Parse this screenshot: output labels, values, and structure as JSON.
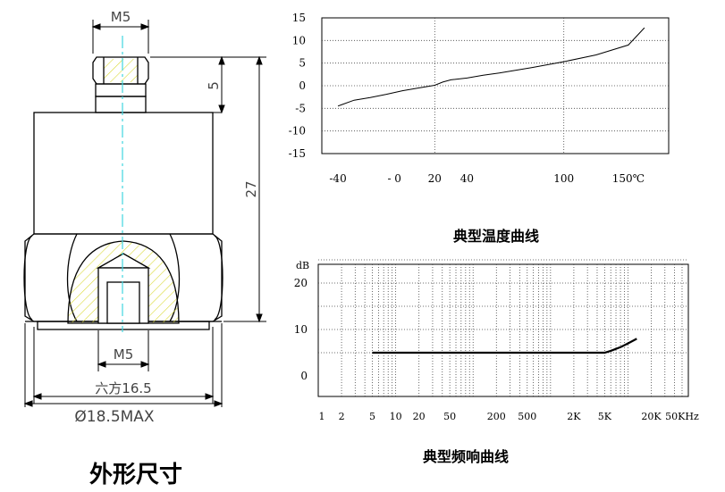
{
  "drawing": {
    "thread_top": "M5",
    "thread_bottom": "M5",
    "dim_thread_length": "5",
    "dim_height": "27",
    "dim_hex": "六方16.5",
    "dim_diameter": "Ø18.5MAX",
    "caption": "外形尺寸",
    "colors": {
      "line": "#000000",
      "centerline": "#3fd6e0",
      "hatch": "#e0e040"
    }
  },
  "chart_data": [
    {
      "type": "line",
      "title": "典型温度曲线",
      "x_tick_labels": [
        "-40",
        "- 0",
        "20",
        "40",
        "100",
        "150℃"
      ],
      "x": [
        -40,
        -30,
        -20,
        -10,
        0,
        10,
        20,
        25,
        30,
        40,
        50,
        60,
        80,
        100,
        120,
        140,
        150
      ],
      "y": [
        -4.5,
        -3.2,
        -2.6,
        -1.9,
        -1.1,
        -0.5,
        0.1,
        0.8,
        1.3,
        1.7,
        2.3,
        2.8,
        4.0,
        5.3,
        6.8,
        9.0,
        12.8
      ],
      "y_tick_labels": [
        "15",
        "10",
        "5",
        "0",
        "-5",
        "-10",
        "-15"
      ],
      "ylim": [
        -15,
        15
      ],
      "grid": true
    },
    {
      "type": "line",
      "title": "典型频响曲线",
      "ylabel": "dB",
      "x_tick_labels": [
        "1",
        "2",
        "5",
        "10",
        "20",
        "50",
        "200",
        "500",
        "2K",
        "5K",
        "20K",
        "50KHz"
      ],
      "x": [
        5,
        10,
        20,
        50,
        100,
        200,
        500,
        1000,
        2000,
        5000,
        6000,
        8000,
        10000,
        13000
      ],
      "y": [
        5,
        5,
        5,
        5,
        5,
        5,
        5,
        5,
        5,
        5,
        5.4,
        6.2,
        7.0,
        8.0
      ],
      "y_tick_labels": [
        "20",
        "10",
        "0"
      ],
      "ylim": [
        0,
        25
      ],
      "grid": true
    }
  ]
}
